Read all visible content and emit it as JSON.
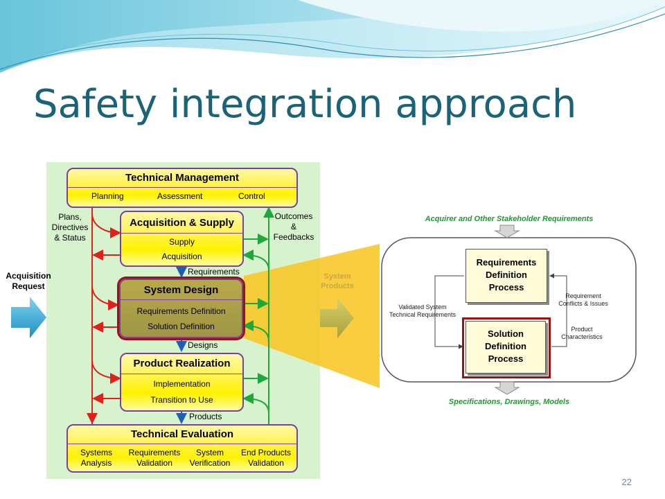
{
  "slide": {
    "title": "Safety integration approach",
    "page_number": "22"
  },
  "left_diagram": {
    "acquisition_request": "Acquisition\nRequest",
    "technical_management": {
      "title": "Technical Management",
      "items": [
        "Planning",
        "Assessment",
        "Control"
      ]
    },
    "acquisition_supply": {
      "title": "Acquisition & Supply",
      "items": [
        "Supply",
        "Acquisition"
      ]
    },
    "system_design": {
      "title": "System Design",
      "items": [
        "Requirements Definition",
        "Solution Definition"
      ]
    },
    "product_realization": {
      "title": "Product Realization",
      "items": [
        "Implementation",
        "Transition to Use"
      ]
    },
    "technical_evaluation": {
      "title": "Technical Evaluation",
      "items": [
        "Systems\nAnalysis",
        "Requirements\nValidation",
        "System\nVerification",
        "End Products\nValidation"
      ]
    },
    "plans_label": "Plans,\nDirectives\n& Status",
    "outcomes_label": "Outcomes\n&\nFeedbacks",
    "requirements_label": "Requirements",
    "designs_label": "Designs",
    "products_label": "Products",
    "system_products_label": "System\nProducts"
  },
  "right_diagram": {
    "top_label": "Acquirer and Other Stakeholder Requirements",
    "bottom_label": "Specifications, Drawings, Models",
    "req_process": "Requirements\nDefinition\nProcess",
    "sol_process": "Solution\nDefinition\nProcess",
    "validated_label": "Validated System\nTechnical Requirements",
    "conflicts_label": "Requirement\nConflicts & Issues",
    "characteristics_label": "Product\nCharacteristics"
  },
  "colors": {
    "title": "#1a6378",
    "panel_bg": "#d7f3cd",
    "box_border": "#7b3fa0",
    "red_arrow": "#e0201a",
    "green_arrow": "#1fa83a",
    "blue_arrow": "#1f5fb0",
    "highlight": "#a01010",
    "right_green_text": "#1f9a2f"
  }
}
